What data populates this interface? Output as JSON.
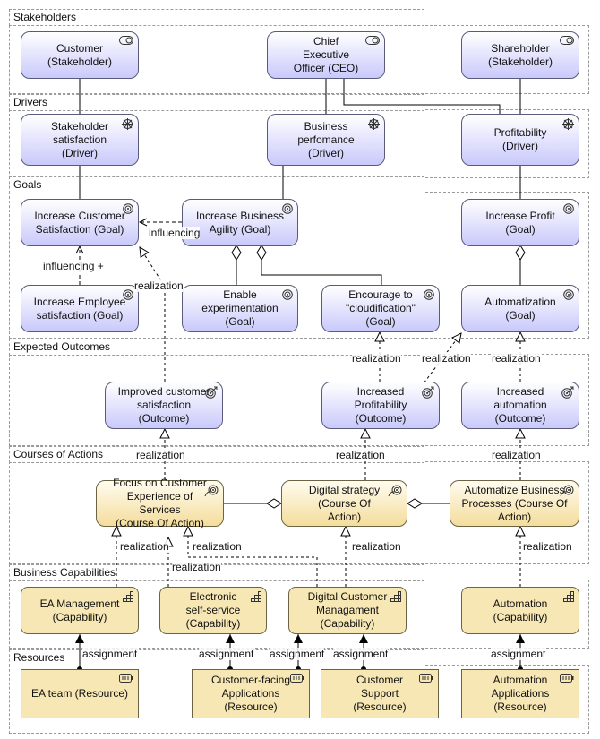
{
  "layers": {
    "stakeholders": "Stakeholders",
    "drivers": "Drivers",
    "goals": "Goals",
    "outcomes": "Expected Outcomes",
    "courses": "Courses of Actions",
    "capabilities": "Business Capabilities",
    "resources": "Resources"
  },
  "nodes": {
    "customer": "Customer\n(Stakeholder)",
    "ceo": "Chief\nExecutive\nOfficer (CEO)",
    "shareholder": "Shareholder\n(Stakeholder)",
    "stakeholder_satisfaction": "Stakeholder\nsatisfaction\n(Driver)",
    "business_performance": "Business\nperfomance\n(Driver)",
    "profitability_driver": "Profitability\n(Driver)",
    "increase_customer_satisfaction": "Increase Customer\nSatisfaction (Goal)",
    "increase_business_agility": "Increase Business\nAgility (Goal)",
    "increase_profit": "Increase Profit\n(Goal)",
    "increase_employee_satisfaction": "Increase Employee\nsatisfaction (Goal)",
    "enable_experimentation": "Enable\nexperimentation\n(Goal)",
    "encourage_cloudification": "Encourage to\n\"cloudification\"\n(Goal)",
    "automatization": "Automatization\n(Goal)",
    "improved_customer_satisfaction": "Improved customer\nsatisfaction\n(Outcome)",
    "increased_profitability": "Increased\nProfitability\n(Outcome)",
    "increased_automation": "Increased\nautomation\n(Outcome)",
    "focus_on_customer": "Focus on Customer\nExperience of Services\n(Course Of Action)",
    "digital_strategy": "Digital strategy\n(Course Of\nAction)",
    "automatize_business": "Automatize Business\nProcesses (Course Of\nAction)",
    "ea_management": "EA Management\n(Capability)",
    "electronic_self_service": "Electronic\nself-service\n(Capability)",
    "digital_customer_management": "Digital Customer\nManagament\n(Capability)",
    "automation_capability": "Automation\n(Capability)",
    "ea_team": "EA team (Resource)",
    "customer_facing_apps": "Customer-facing\nApplications\n(Resource)",
    "customer_support": "Customer\nSupport\n(Resource)",
    "automation_apps": "Automation\nApplications\n(Resource)"
  },
  "relations": {
    "influencing_plus": "influencing +",
    "influencing_arrow": "influencing",
    "realization": "realization",
    "assignment": "assignment"
  },
  "colors": {
    "motivation_fill": "#c9c9fb",
    "strategy_fill": "#f4dd9c",
    "capability_fill": "#f6e7b4",
    "line": "#000000"
  },
  "icons": {
    "stakeholder": "stakeholder-icon",
    "driver": "driver-icon",
    "goal": "goal-icon",
    "outcome": "outcome-icon",
    "course_of_action": "course-of-action-icon",
    "capability": "capability-icon",
    "resource": "resource-icon"
  }
}
